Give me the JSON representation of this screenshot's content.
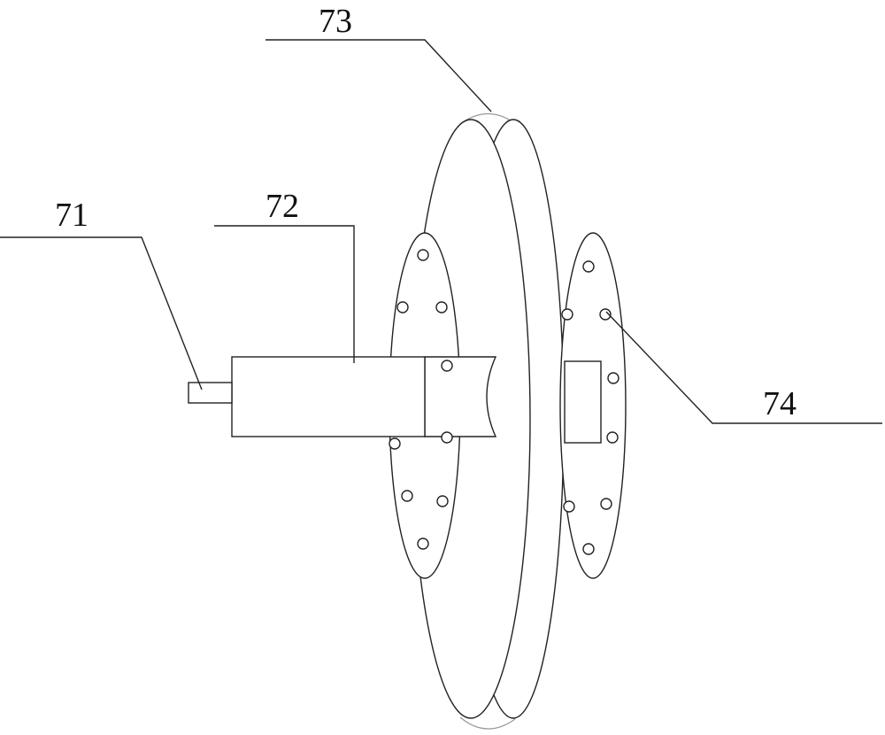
{
  "labels": {
    "shaft_end": "71",
    "motor_body": "72",
    "disc": "73",
    "flange_holes": "74"
  },
  "holes": {
    "left_flange_count": 9,
    "right_flange_count": 8
  }
}
